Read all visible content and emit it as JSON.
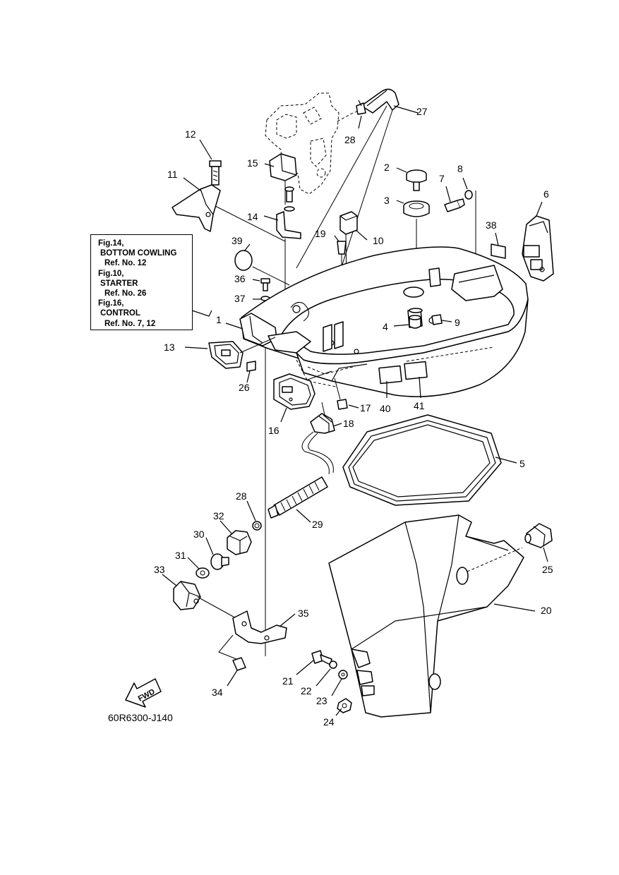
{
  "figure_code": "60R6300-J140",
  "fwd_label": "FWD",
  "ref_box": [
    {
      "fig": "Fig.14,",
      "name": "BOTTOM COWLING",
      "ref": "Ref. No. 12"
    },
    {
      "fig": "Fig.10,",
      "name": "STARTER",
      "ref": "Ref. No. 26"
    },
    {
      "fig": "Fig.16,",
      "name": "CONTROL",
      "ref": "Ref. No. 7, 12"
    }
  ],
  "callouts": {
    "c1": "1",
    "c2": "2",
    "c3": "3",
    "c4": "4",
    "c5": "5",
    "c6": "6",
    "c7": "7",
    "c8": "8",
    "c9": "9",
    "c10": "10",
    "c11": "11",
    "c12": "12",
    "c13": "13",
    "c14": "14",
    "c15": "15",
    "c16": "16",
    "c17": "17",
    "c18": "18",
    "c19": "19",
    "c20": "20",
    "c21": "21",
    "c22": "22",
    "c23": "23",
    "c24": "24",
    "c25": "25",
    "c26": "26",
    "c27": "27",
    "c28a": "28",
    "c28b": "28",
    "c29": "29",
    "c30": "30",
    "c31": "31",
    "c32": "32",
    "c33": "33",
    "c34": "34",
    "c35": "35",
    "c36": "36",
    "c37": "37",
    "c38": "38",
    "c39": "39",
    "c40": "40",
    "c41": "41"
  }
}
